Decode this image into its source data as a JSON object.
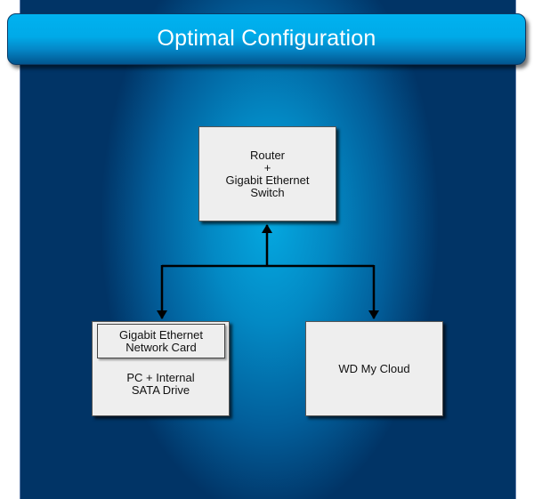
{
  "title": "Optimal Configuration",
  "nodes": {
    "router": {
      "lines": [
        "Router",
        "+",
        "Gigabit Ethernet",
        "Switch"
      ]
    },
    "pc": {
      "card_lines": [
        "Gigabit Ethernet",
        "Network Card"
      ],
      "label_lines": [
        "PC + Internal",
        "SATA Drive"
      ]
    },
    "cloud": {
      "label": "WD My Cloud"
    }
  },
  "edges": [
    {
      "from": "pc",
      "to": "router",
      "arrows": "both"
    },
    {
      "from": "cloud",
      "to": "router",
      "arrows": "both"
    }
  ],
  "colors": {
    "banner": "#00aae8",
    "background_center": "#05a8e0",
    "background_edge": "#013466",
    "box_fill": "#eeeeee"
  }
}
